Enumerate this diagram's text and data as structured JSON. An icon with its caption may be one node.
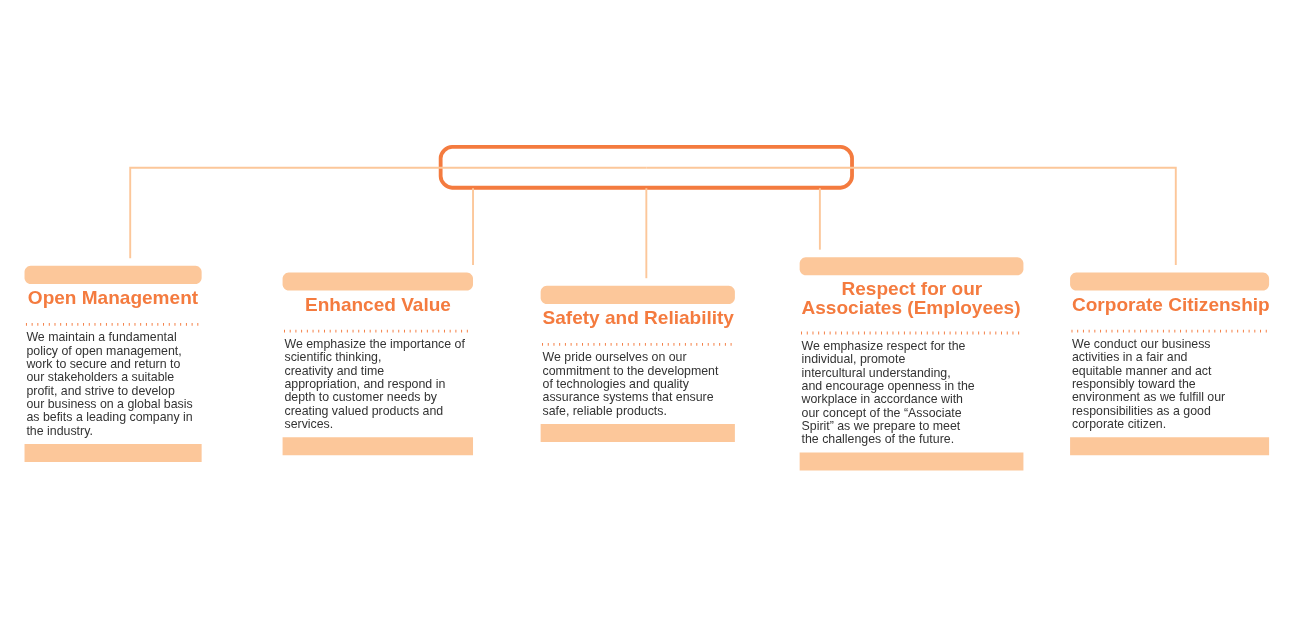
{
  "diagram": {
    "nodes": [
      {
        "text": [],
        "shape": "box"
      },
      {
        "text": [
          "Open Management",
          "We maintain a fundamental policy of open management, work to secure and return to our stakeholders a suitable profit, and strive to develop our business on a global basis as befits a leading company in the industry."
        ]
      },
      {
        "text": [
          "Enhanced Value",
          "We emphasize the importance of scientific thinking, creativity and time appropriation, and respond in depth to customer needs by creating valued products and services."
        ]
      },
      {
        "text": [
          "Safety and Reliability",
          "We pride ourselves on our commitment to the development of technologies and quality assurance systems that ensure safe, reliable products."
        ]
      },
      {
        "text": [
          "Respect for our Associates (Employees)",
          "We emphasize respect for the individual, promote intercultural understanding, and encourage openness in the workplace in accordance with our concept of the “Associate Spirit” as we prepare to meet the challenges of the future."
        ]
      },
      {
        "text": [
          "Corporate Citizenship",
          "We conduct our business activities in a fair and equitable manner and act responsibly toward the environment as we fulfill our responsibilities as a good corporate citizen."
        ]
      }
    ],
    "edges": [
      {
        "from": 0,
        "to": 1,
        "arrow": "none"
      },
      {
        "from": 0,
        "to": 2,
        "arrow": "none"
      },
      {
        "from": 0,
        "to": 3,
        "arrow": "none"
      },
      {
        "from": 0,
        "to": 4,
        "arrow": "none"
      },
      {
        "from": 0,
        "to": 5,
        "arrow": "none"
      }
    ]
  }
}
